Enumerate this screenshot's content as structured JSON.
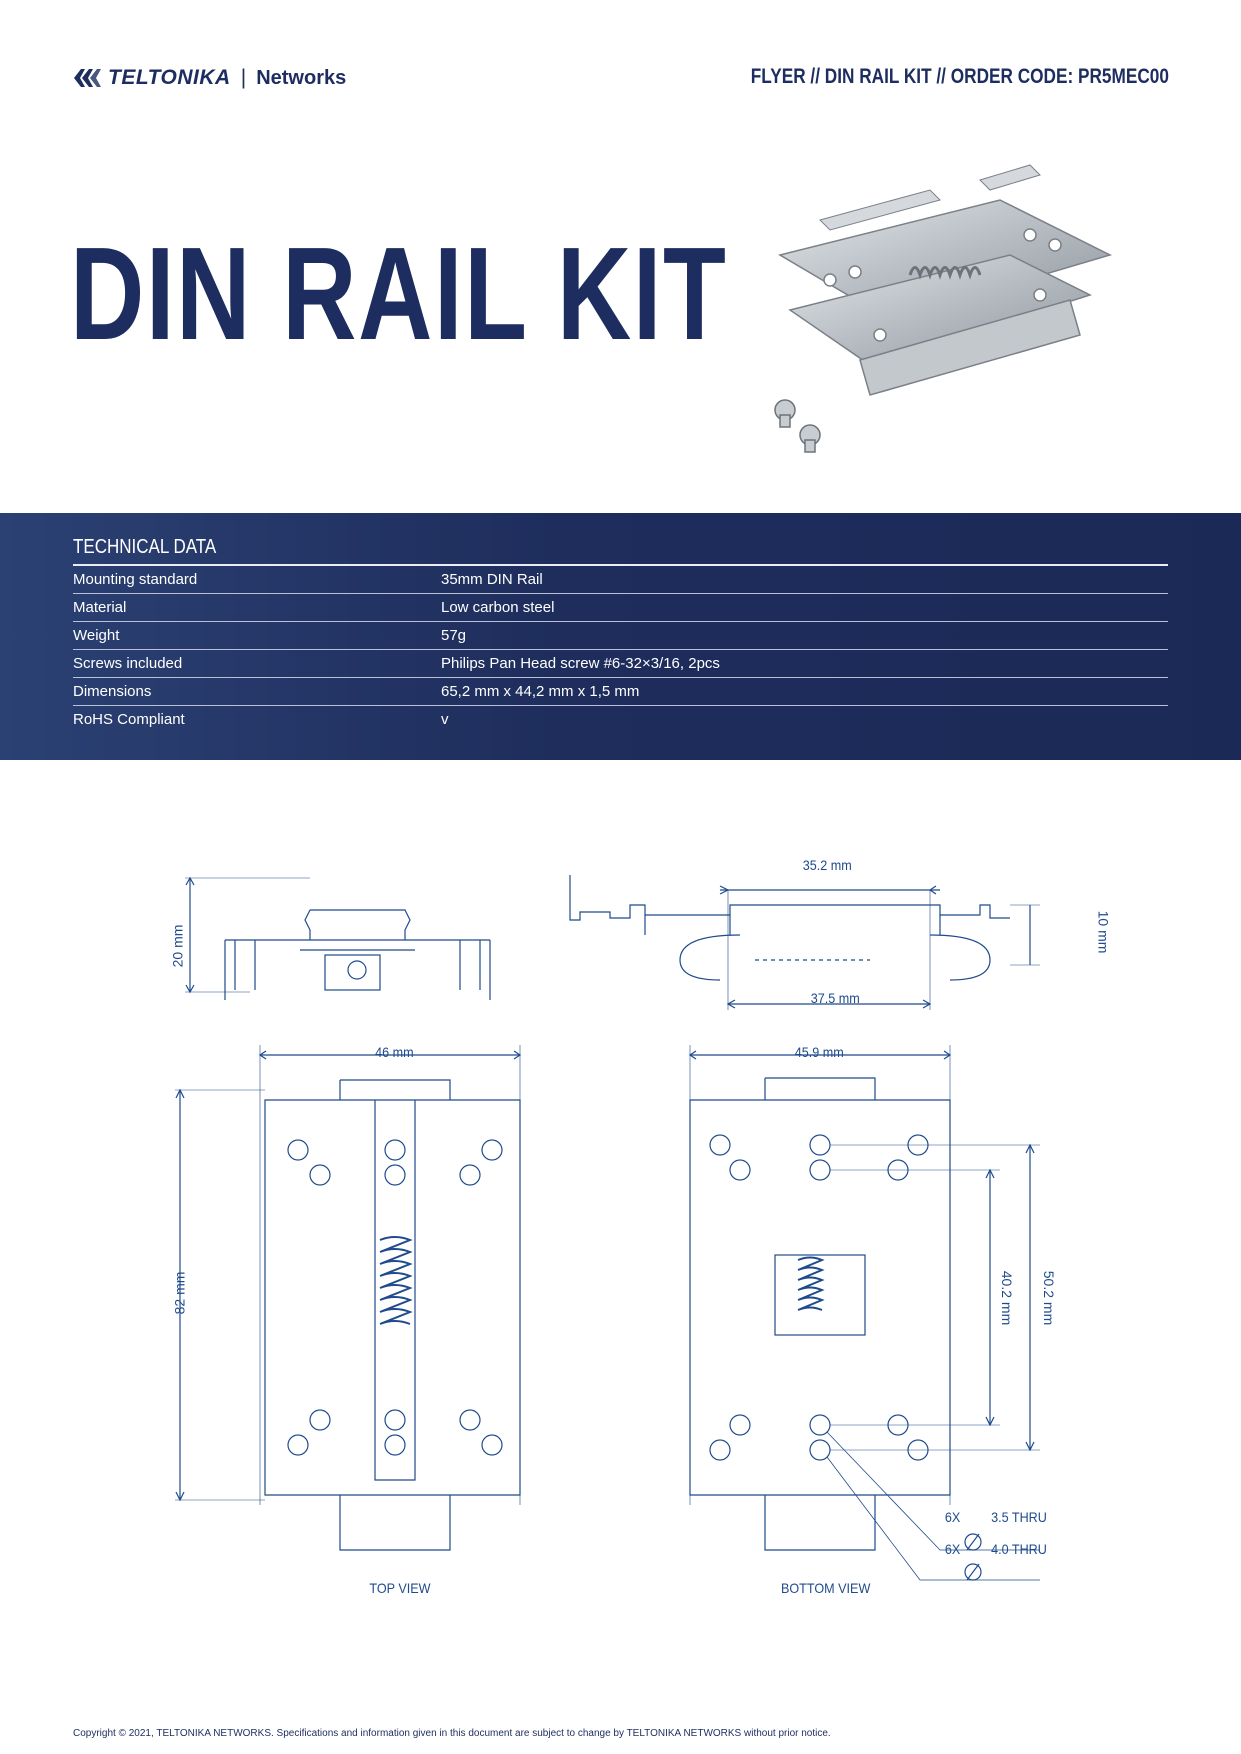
{
  "header": {
    "brand": "TELTONIKA",
    "separator": "|",
    "brand_sub": "Networks",
    "doc_label": "FLYER // DIN RAIL KIT // ORDER CODE: PR5MEC00"
  },
  "hero": {
    "title": "DIN RAIL KIT"
  },
  "tech": {
    "title": "TECHNICAL DATA",
    "rows": [
      {
        "key": "Mounting standard",
        "value": "35mm DIN Rail"
      },
      {
        "key": "Material",
        "value": "Low carbon steel"
      },
      {
        "key": "Weight",
        "value": "57g"
      },
      {
        "key": "Screws included",
        "value": "Philips Pan Head screw #6-32×3/16, 2pcs"
      },
      {
        "key": "Dimensions",
        "value": "65,2 mm x 44,2 mm x 1,5 mm"
      },
      {
        "key": "RoHS Compliant",
        "value": "v"
      }
    ]
  },
  "drawing": {
    "dims": {
      "side_height": "20 mm",
      "front_top": "35.2 mm",
      "front_bottom": "37.5 mm",
      "front_height": "10 mm",
      "top_width": "46 mm",
      "top_height": "82 mm",
      "bottom_width": "45.9 mm",
      "bottom_inner": "40.2 mm",
      "bottom_outer": "50.2 mm"
    },
    "holes": {
      "count_a": "6X",
      "note_a": "3.5 THRU",
      "count_b": "6X",
      "note_b": "4.0 THRU"
    },
    "captions": {
      "top": "TOP VIEW",
      "bottom": "BOTTOM VIEW"
    },
    "line_color": "#1f4b8c"
  },
  "footer": {
    "text": "Copyright © 2021, TELTONIKA NETWORKS. Specifications and information given in this document are subject to change by TELTONIKA NETWORKS without prior notice."
  }
}
